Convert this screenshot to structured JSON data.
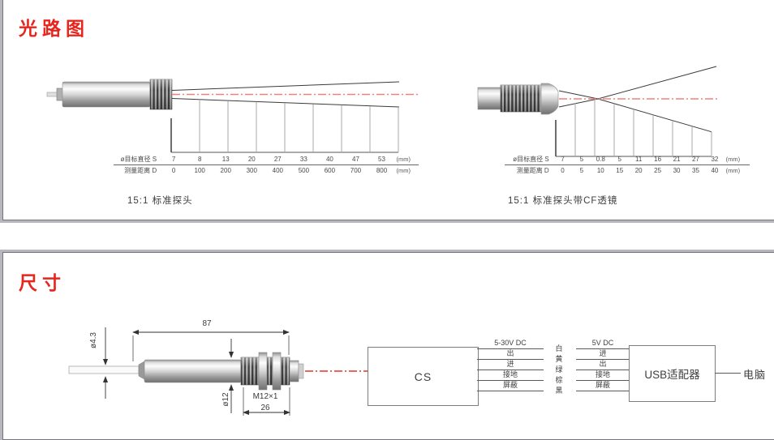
{
  "page": {
    "accent_red": "#e8251d",
    "beam_line_red": "#f0807c",
    "dim_centerline_red": "#e03328"
  },
  "optical": {
    "title": "光路图",
    "diagrams": [
      {
        "caption": "15:1 标准探头",
        "spot_label": "ø目标直径 S",
        "dist_label": "测量距离 D",
        "unit": "(mm)",
        "spot_values": [
          "7",
          "8",
          "13",
          "20",
          "27",
          "33",
          "40",
          "47",
          "53"
        ],
        "dist_values": [
          "0",
          "100",
          "200",
          "300",
          "400",
          "500",
          "600",
          "700",
          "800"
        ]
      },
      {
        "caption": "15:1 标准探头带CF透镜",
        "spot_label": "ø目标直径 S",
        "dist_label": "测量距离 D",
        "unit": "(mm)",
        "spot_values": [
          "7",
          "5",
          "0.8",
          "5",
          "11",
          "16",
          "21",
          "27",
          "32"
        ],
        "dist_values": [
          "0",
          "5",
          "10",
          "15",
          "20",
          "25",
          "30",
          "35",
          "40"
        ]
      }
    ]
  },
  "dimensions": {
    "title": "尺寸",
    "labels": {
      "length": "87",
      "cable_dia": "ø4.3",
      "body_dia": "ø12",
      "thread": "M12×1",
      "thread_len": "26"
    },
    "wiring": {
      "sensor_box": "CS",
      "adapter_box": "USB适配器",
      "computer": "电脑",
      "sensor_wires": [
        "5-30V DC",
        "出",
        "进",
        "接地",
        "屏蔽"
      ],
      "wire_colors": [
        "白",
        "黄",
        "绿",
        "棕",
        "黑"
      ],
      "adapter_wires": [
        "5V DC",
        "进",
        "出",
        "接地",
        "屏蔽"
      ]
    }
  }
}
